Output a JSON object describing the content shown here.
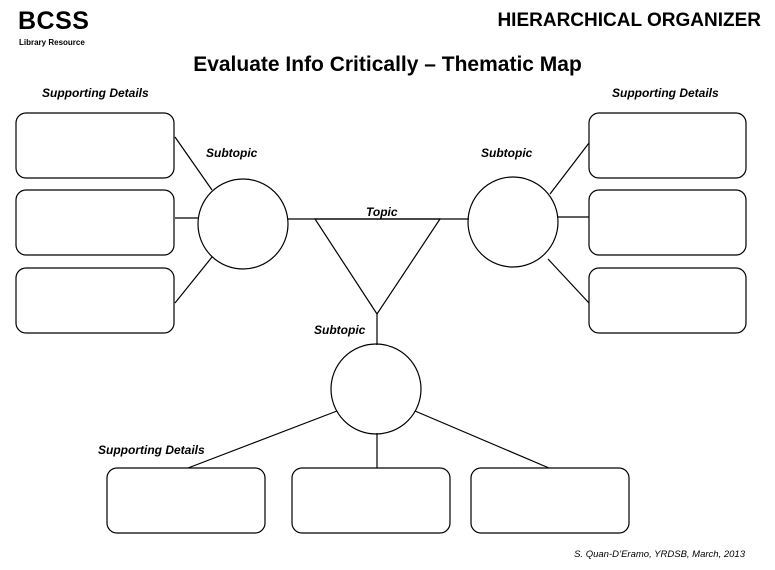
{
  "header": {
    "brand": "BCSS",
    "brand_sub": "Library Resource",
    "organizer_type": "HIERARCHICAL ORGANIZER"
  },
  "title": "Evaluate Info Critically – Thematic Map",
  "labels": {
    "supporting_left": "Supporting Details",
    "supporting_right": "Supporting Details",
    "supporting_bottom": "Supporting Details",
    "subtopic_left": "Subtopic",
    "subtopic_right": "Subtopic",
    "subtopic_bottom": "Subtopic",
    "topic": "Topic"
  },
  "footer": "S. Quan-D’Eramo, YRDSB, March, 2013"
}
